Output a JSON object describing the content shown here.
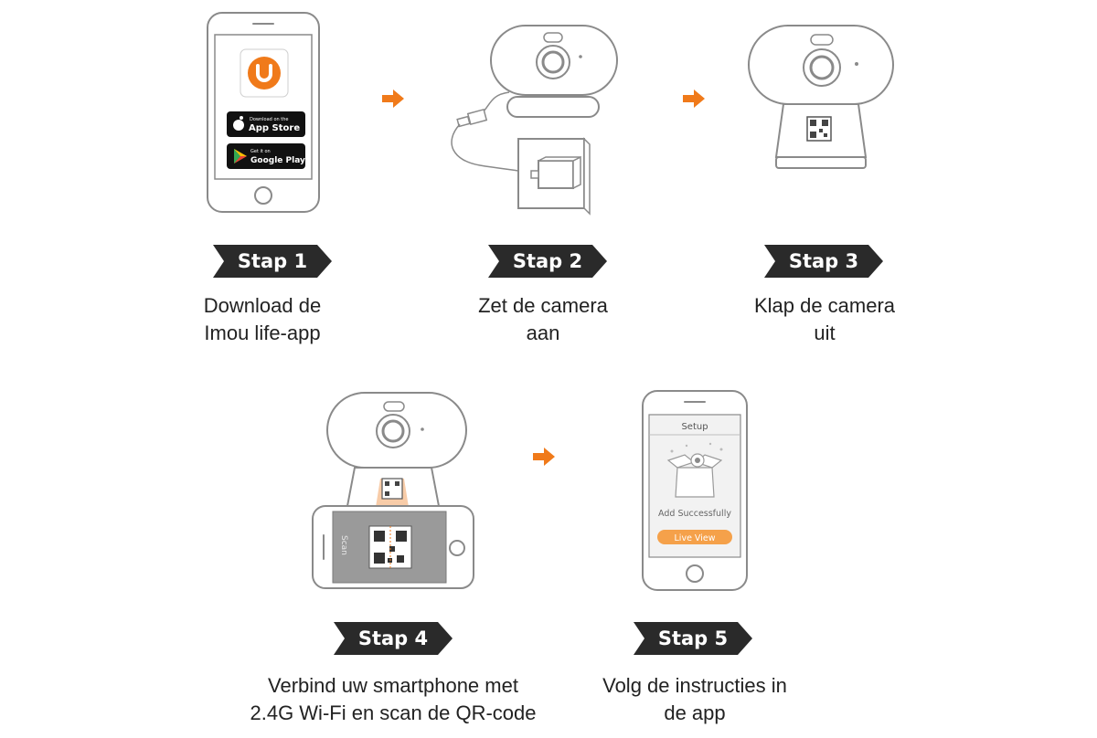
{
  "steps": [
    {
      "label": "Stap 1",
      "desc": [
        "Download de",
        "Imou life-app"
      ]
    },
    {
      "label": "Stap 2",
      "desc": [
        "Zet de camera",
        "aan"
      ]
    },
    {
      "label": "Stap 3",
      "desc": [
        "Klap de camera",
        "uit"
      ]
    },
    {
      "label": "Stap 4",
      "desc": [
        "Verbind uw smartphone met",
        "2.4G Wi-Fi en scan de QR-code"
      ]
    },
    {
      "label": "Stap 5",
      "desc": [
        "Volg de instructies in",
        "de app"
      ]
    }
  ],
  "phone1": {
    "appstore_small": "Download on the",
    "appstore_big": "App Store",
    "googleplay_small": "Get it on",
    "googleplay_big": "Google Play"
  },
  "phone4": {
    "scan_label": "Scan"
  },
  "phone5": {
    "header": "Setup",
    "success": "Add Successfully",
    "button": "Live View"
  },
  "colors": {
    "accent": "#f07a1a",
    "ribbon": "#2a2a2a",
    "line": "#8a8a8a"
  },
  "icons": [
    "apple-icon",
    "google-play-icon",
    "imou-logo-icon",
    "arrow-right-icon",
    "qr-code-icon"
  ]
}
